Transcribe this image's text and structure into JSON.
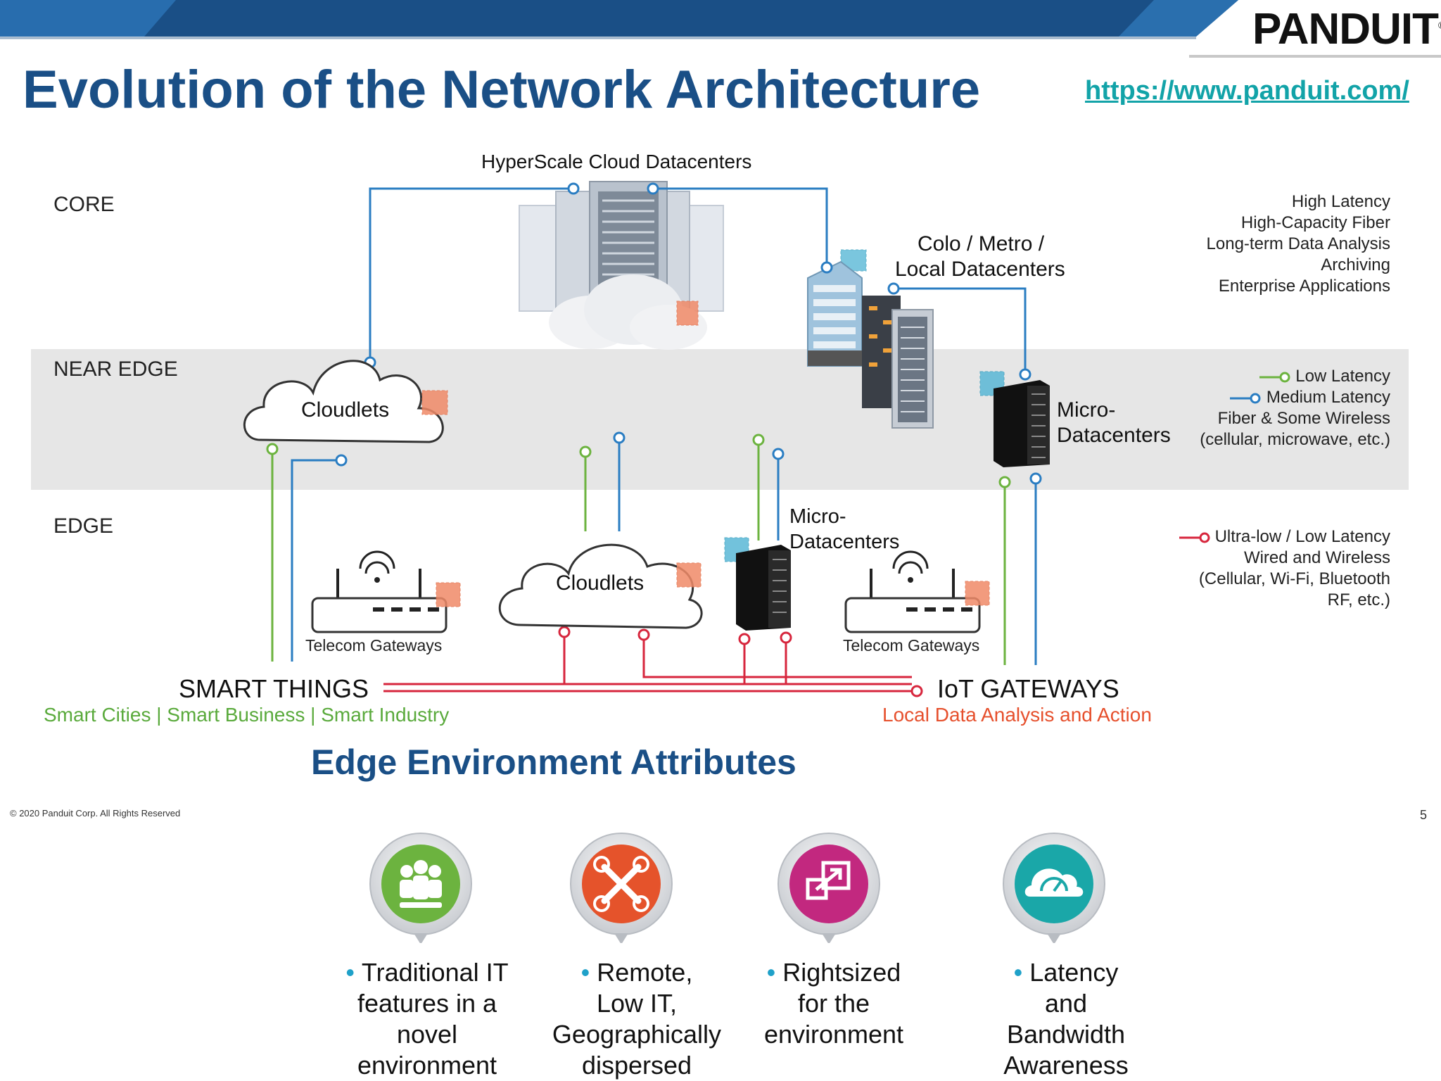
{
  "brand": {
    "logo_text": "PANDUIT",
    "registered": "®"
  },
  "title": "Evolution of the Network Architecture",
  "url": "https://www.panduit.com/",
  "tiers": {
    "core": "CORE",
    "near_edge": "NEAR EDGE",
    "edge": "EDGE"
  },
  "diagram": {
    "hyperscale": "HyperScale Cloud Datacenters",
    "colo_line1": "Colo / Metro /",
    "colo_line2": "Local Datacenters",
    "cloudlets_near": "Cloudlets",
    "cloudlets_edge": "Cloudlets",
    "micro_near_line1": "Micro-",
    "micro_near_line2": "Datacenters",
    "micro_edge_line1": "Micro-",
    "micro_edge_line2": "Datacenters",
    "gateway_left": "Telecom Gateways",
    "gateway_right": "Telecom Gateways",
    "smart_things": "SMART THINGS",
    "smart_sub": "Smart Cities  |  Smart Business  |  Smart Industry",
    "iot_gateways": "IoT GATEWAYS",
    "iot_sub": "Local Data Analysis and Action"
  },
  "notes": {
    "core": [
      "High Latency",
      "High-Capacity Fiber",
      "Long-term Data Analysis",
      "Archiving",
      "Enterprise Applications"
    ],
    "near_edge": [
      "Low Latency",
      "Medium Latency",
      "Fiber & Some Wireless",
      "(cellular, microwave, etc.)"
    ],
    "edge": [
      "Ultra-low / Low Latency",
      "Wired and Wireless",
      "(Cellular, Wi-Fi, Bluetooth",
      "RF, etc.)"
    ]
  },
  "attributes_title": "Edge Environment Attributes",
  "copyright": "© 2020 Panduit Corp.  All Rights Reserved",
  "page_number": "5",
  "attributes": [
    {
      "icon": "people-icon",
      "color": "#6cb33f",
      "lines": [
        "Traditional IT",
        "features in a",
        "novel",
        "environment"
      ]
    },
    {
      "icon": "drone-icon",
      "color": "#e5532b",
      "lines": [
        "Remote,",
        "Low IT,",
        "Geographically",
        "dispersed"
      ]
    },
    {
      "icon": "resize-icon",
      "color": "#c2287f",
      "lines": [
        "Rightsized",
        "for the",
        "environment"
      ]
    },
    {
      "icon": "cloud-gauge-icon",
      "color": "#1aa7a8",
      "lines": [
        "Latency",
        "and",
        "Bandwidth",
        "Awareness"
      ]
    }
  ],
  "colors": {
    "title_blue": "#1a4f86",
    "link_teal": "#12a3a8",
    "line_blue": "#2a7dc2",
    "line_green": "#6cb33f",
    "line_red": "#d7263d",
    "band_gray": "#e6e6e6",
    "accent_orange": "#f08a68",
    "accent_cyan": "#5ab8d6"
  }
}
